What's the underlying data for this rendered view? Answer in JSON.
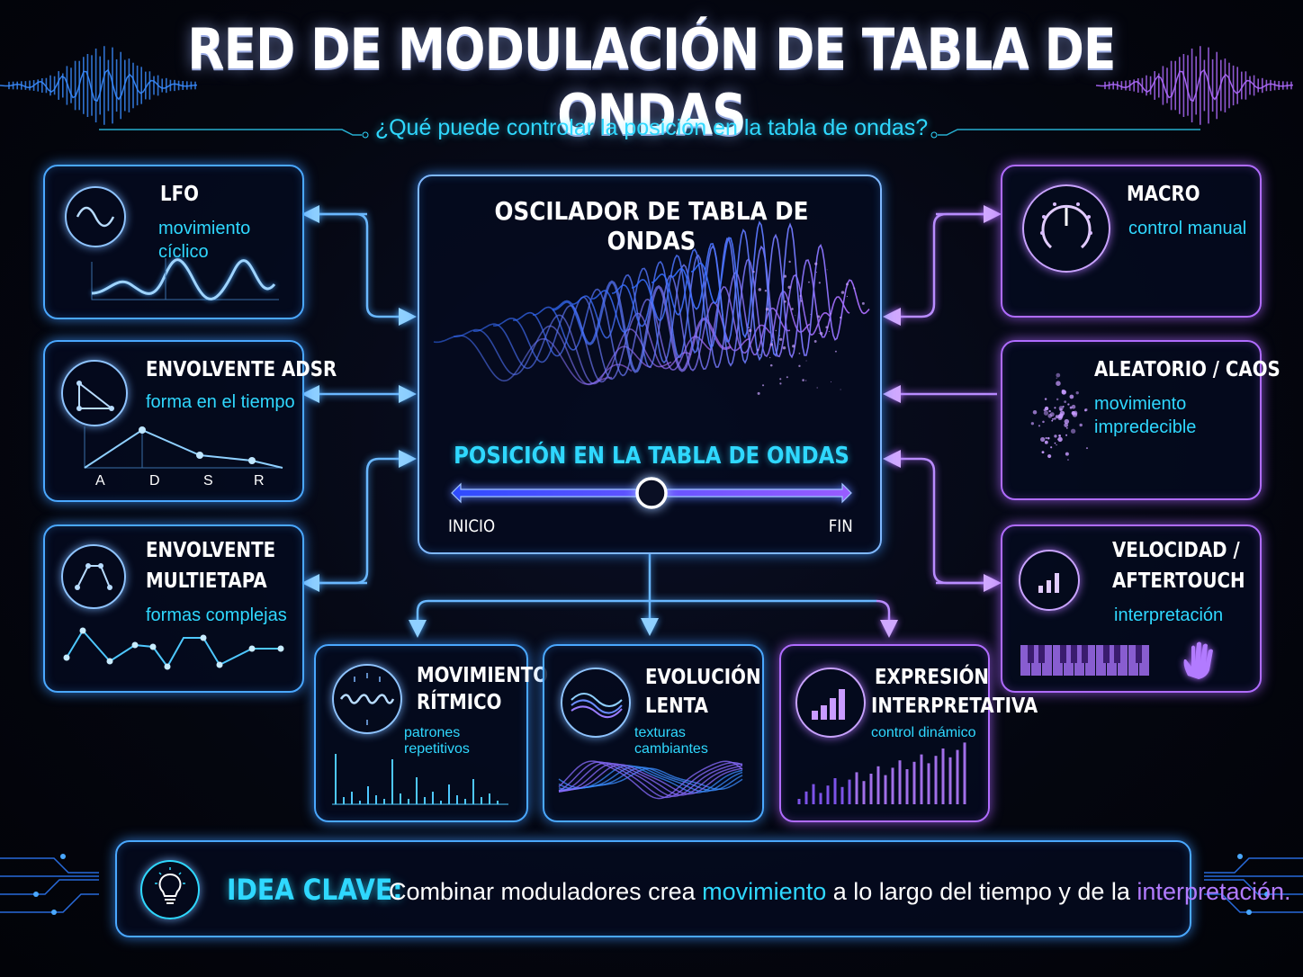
{
  "title": "RED DE MODULACIÓN DE TABLA DE ONDAS",
  "subtitle": "¿Qué puede controlar la posición en la tabla de ondas?",
  "center": {
    "title": "OSCILADOR DE TABLA DE ONDAS",
    "position_label": "POSICIÓN EN LA TABLA DE ONDAS",
    "start_label": "INICIO",
    "end_label": "FIN"
  },
  "left_modulators": [
    {
      "title": "LFO",
      "subtitle": "movimiento cíclico",
      "icon": "sine-wave-icon"
    },
    {
      "title": "ENVOLVENTE ADSR",
      "subtitle": "forma en el tiempo",
      "icon": "adsr-envelope-icon",
      "stages": [
        "A",
        "D",
        "S",
        "R"
      ]
    },
    {
      "title_line1": "ENVOLVENTE",
      "title_line2": "MULTIETAPA",
      "subtitle": "formas complejas",
      "icon": "multistage-envelope-icon"
    }
  ],
  "right_modulators": [
    {
      "title": "MACRO",
      "subtitle": "control manual",
      "icon": "knob-icon"
    },
    {
      "title": "ALEATORIO / CAOS",
      "subtitle_line1": "movimiento",
      "subtitle_line2": "impredecible",
      "icon": "random-particles-icon"
    },
    {
      "title_line1": "VELOCIDAD /",
      "title_line2": "AFTERTOUCH",
      "subtitle": "interpretación",
      "icon": "velocity-bars-icon"
    }
  ],
  "results": [
    {
      "title_line1": "MOVIMIENTO",
      "title_line2": "RÍTMICO",
      "subtitle": "patrones repetitivos",
      "icon": "rhythmic-wave-icon"
    },
    {
      "title_line1": "EVOLUCIÓN",
      "title_line2": "LENTA",
      "subtitle": "texturas cambiantes",
      "icon": "slow-waves-icon"
    },
    {
      "title_line1": "EXPRESIÓN",
      "title_line2": "INTERPRETATIVA",
      "subtitle": "control dinámico",
      "icon": "dynamic-bars-icon"
    }
  ],
  "idea": {
    "label": "IDEA CLAVE:",
    "text_a": "Combinar moduladores crea ",
    "highlight_1": "movimiento",
    "text_b": " a lo largo del tiempo y de la ",
    "highlight_2": "interpretación."
  },
  "colors": {
    "cyan": "#2fd8ff",
    "blue": "#4aa8ff",
    "purple": "#b06cff"
  }
}
